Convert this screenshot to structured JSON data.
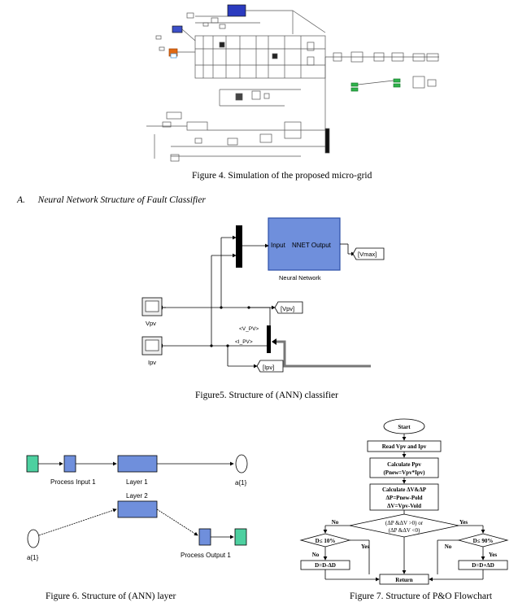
{
  "figure4": {
    "caption": "Figure 4. Simulation of the proposed micro-grid"
  },
  "section": {
    "label": "A.",
    "title": "Neural Network Structure of Fault Classifier"
  },
  "figure5": {
    "nn_block": {
      "input_port": "Input",
      "output_port": "NNET Output",
      "name": "Neural Network"
    },
    "tags": {
      "vmax": "[Vmax]",
      "vpv": "[Vpv]",
      "ipv": "[Ipv]"
    },
    "scopes": {
      "vpv": "Vpv",
      "ipv": "Ipv"
    },
    "bus_signals": {
      "v": "<V_PV>",
      "i": "<I_PV>"
    },
    "caption": "Figure5. Structure of (ANN) classifier"
  },
  "figure6": {
    "process_input": "Process Input 1",
    "layer1": "Layer 1",
    "layer2": "Layer 2",
    "out_a1": "a{1}",
    "in_a1": "a{1}",
    "process_output": "Process Output 1",
    "caption": "Figure 6. Structure of (ANN) layer"
  },
  "figure7": {
    "start": "Start",
    "read": "Read Vpv and Ipv",
    "calc_ppv_title": "Calculate Ppv",
    "calc_ppv_formula": "(Pnew=Vpv*Ipv)",
    "calc_delta_title": "Calculate ΔV&ΔP",
    "calc_delta_p": "ΔP=Pnew-Pold",
    "calc_delta_v": "ΔV=Vpv-Vold",
    "decision_main_1": "(ΔP &ΔV >0)  or",
    "decision_main_2": "(ΔP &ΔV <0)",
    "no": "No",
    "yes": "Yes",
    "left_cond": "D≤ 10%",
    "right_cond": "D≤ 90%",
    "left_action": "D=D-ΔD",
    "right_action": "D=D+ΔD",
    "return": "Return",
    "caption": "Figure 7. Structure of P&O Flowchart"
  }
}
